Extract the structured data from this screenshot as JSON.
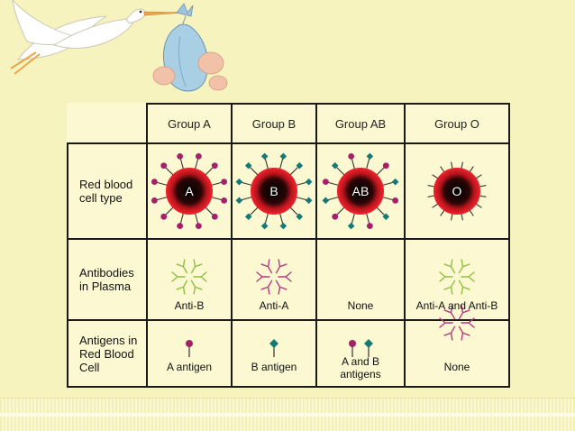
{
  "colors": {
    "background": "#f7f3bf",
    "cell_red": "#e8202a",
    "cell_dark": "#2a0606",
    "antigen_a": "#a61f6b",
    "antigen_b": "#147a78",
    "antibody_a_color": "#8fc13c",
    "antibody_b_color": "#b43a80",
    "grid": "#1a1a1a"
  },
  "table": {
    "headers": [
      "Group A",
      "Group B",
      "Group AB",
      "Group O"
    ],
    "rows": {
      "red_cell": {
        "label_lines": [
          "Red blood",
          "cell type"
        ]
      },
      "antibodies": {
        "label_lines": [
          "Antibodies",
          "in Plasma"
        ]
      },
      "antigens": {
        "label_lines": [
          "Antigens in",
          "Red Blood",
          "Cell"
        ]
      }
    },
    "cells": [
      "A",
      "B",
      "AB",
      "O"
    ],
    "antibodies": [
      "Anti-B",
      "Anti-A",
      "None",
      "Anti-A and Anti-B"
    ],
    "antigens": {
      "a": "A antigen",
      "b": "B antigen",
      "ab_lines": [
        "A and B",
        "antigens"
      ],
      "o": "None"
    }
  },
  "icons": {
    "stork": "stork-icon",
    "baby": "baby-bundle-icon",
    "antigen_a": "antigen-a-icon",
    "antigen_b": "antigen-b-icon",
    "antibody": "antibody-icon"
  }
}
